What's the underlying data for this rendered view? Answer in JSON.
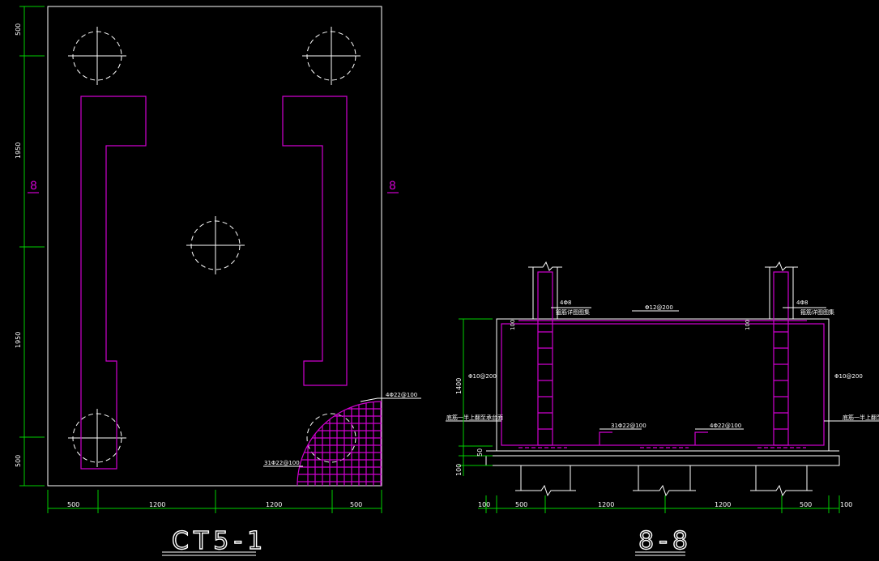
{
  "plan": {
    "title": "CT5-1",
    "dims_bottom": [
      "500",
      "1200",
      "1200",
      "500"
    ],
    "dims_left": [
      "500",
      "1950",
      "1950",
      "500"
    ],
    "section_mark_left": "8",
    "section_mark_right": "8",
    "rebar_label_top": "4Φ22@100",
    "rebar_label_bottom": "31Φ22@100"
  },
  "section": {
    "title": "8-8",
    "dims_bottom": [
      "100",
      "500",
      "1200",
      "1200",
      "500",
      "100"
    ],
    "dim_height": "1400",
    "dim_50": "50",
    "dim_100": "100",
    "dim_100_left": "100",
    "dim_100_right": "100",
    "label_top_left": "4Φ8",
    "label_top_left2": "箍筋详图图集",
    "label_top_right": "4Φ8",
    "label_top_right2": "箍筋详图图集",
    "label_top_mid": "Φ12@200",
    "label_side_left": "Φ10@200",
    "label_side_right": "Φ10@200",
    "label_far_left": "底筋一半上翻至承台面",
    "label_far_right": "底筋一半上翻至承台面",
    "label_bot_mid1": "31Φ22@100",
    "label_bot_mid2": "4Φ22@100"
  }
}
